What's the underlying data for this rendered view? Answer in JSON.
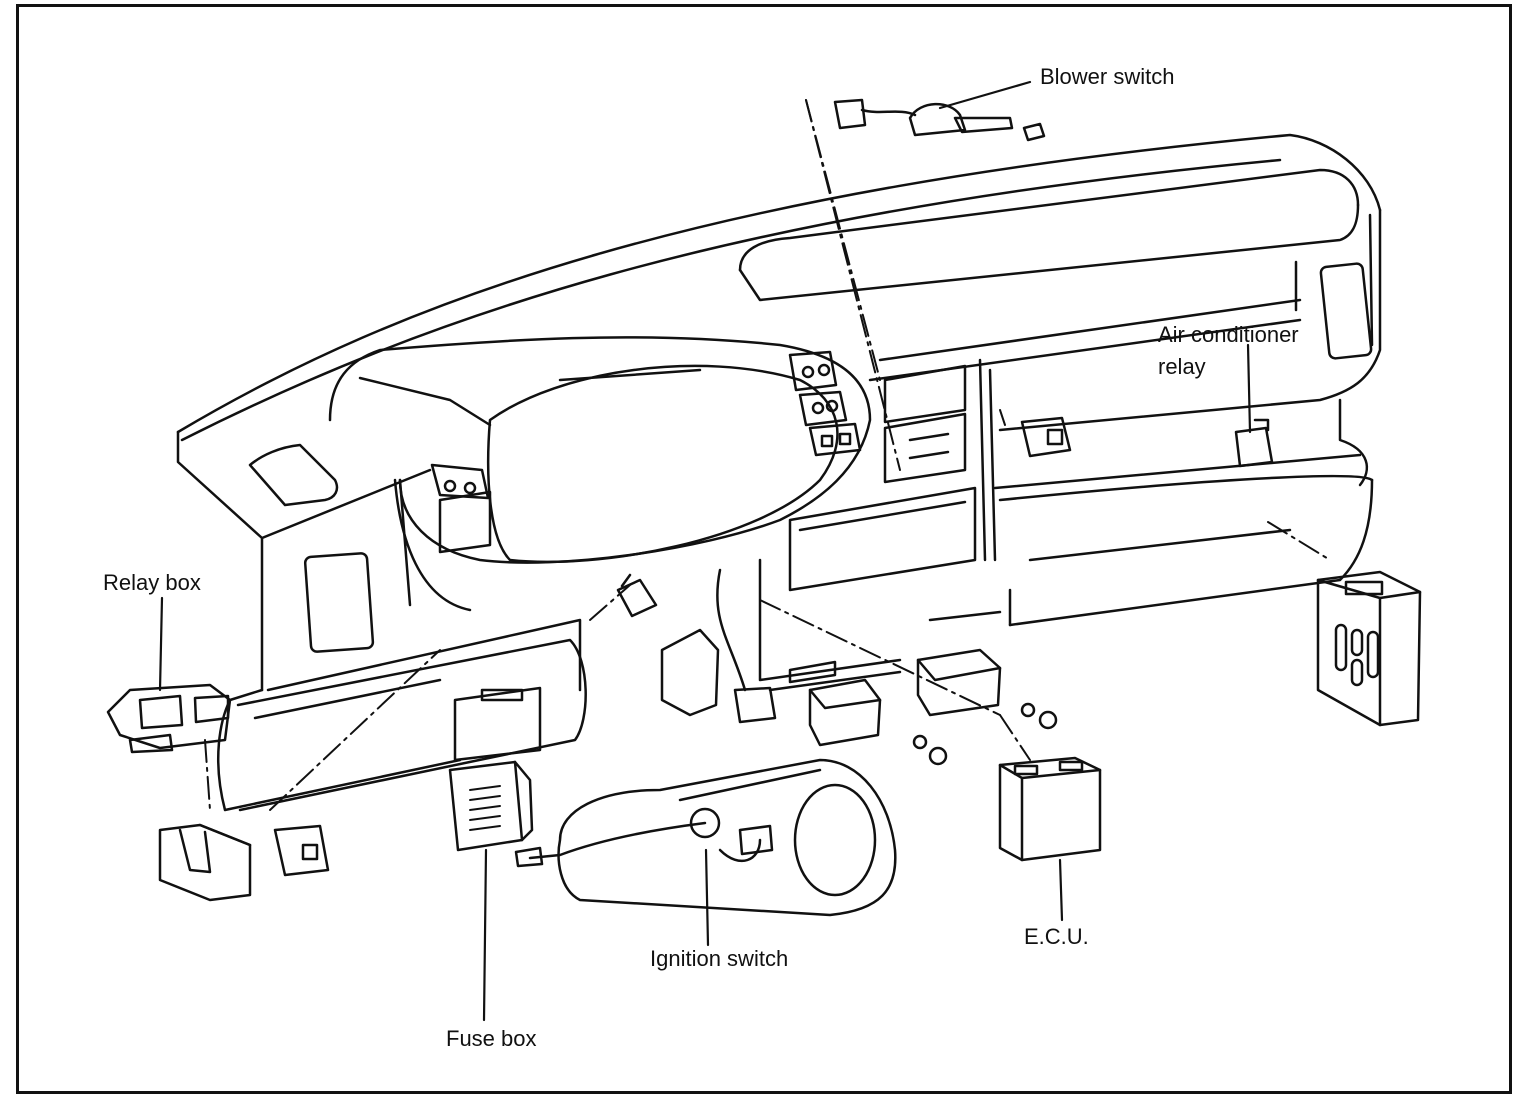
{
  "labels": {
    "blower_switch": "Blower switch",
    "air_conditioner_relay_line1": "Air conditioner",
    "air_conditioner_relay_line2": "relay",
    "relay_box": "Relay box",
    "ignition_switch": "Ignition switch",
    "fuse_box": "Fuse box",
    "ecu": "E.C.U."
  },
  "colors": {
    "ink": "#111111",
    "paper": "#ffffff"
  }
}
